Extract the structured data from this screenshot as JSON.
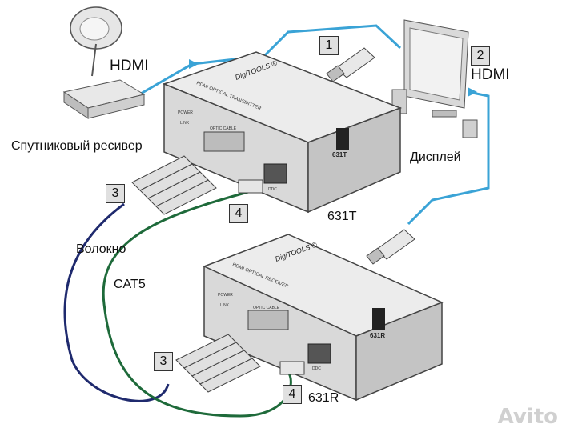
{
  "labels": {
    "hdmi_left": "HDMI",
    "hdmi_right": "HDMI",
    "receiver": "Спутниковый ресивер",
    "display": "Дисплей",
    "fiber": "Волокно",
    "cat5": "CAT5",
    "model_t": "631T",
    "model_r": "631R"
  },
  "badges": {
    "b1": "1",
    "b2": "2",
    "b3a": "3",
    "b3b": "3",
    "b4a": "4",
    "b4b": "4"
  },
  "devices": {
    "brand": "DigiTOOLS ®",
    "transmitter_title": "HDMI OPTICAL TRANSMITTER",
    "receiver_title": "HDMI OPTICAL RECEIVER",
    "power": "POWER",
    "link": "LINK",
    "optic_cable": "OPTIC CABLE",
    "ddc": "DDC",
    "tx_code": "631T",
    "rx_code": "631R"
  },
  "watermark": "Avito",
  "colors": {
    "hdmi_line": "#3aa3d6",
    "fiber_line": "#1f2a6e",
    "cat5_line": "#1e6a3a",
    "device_body": "#d9d9d9"
  }
}
